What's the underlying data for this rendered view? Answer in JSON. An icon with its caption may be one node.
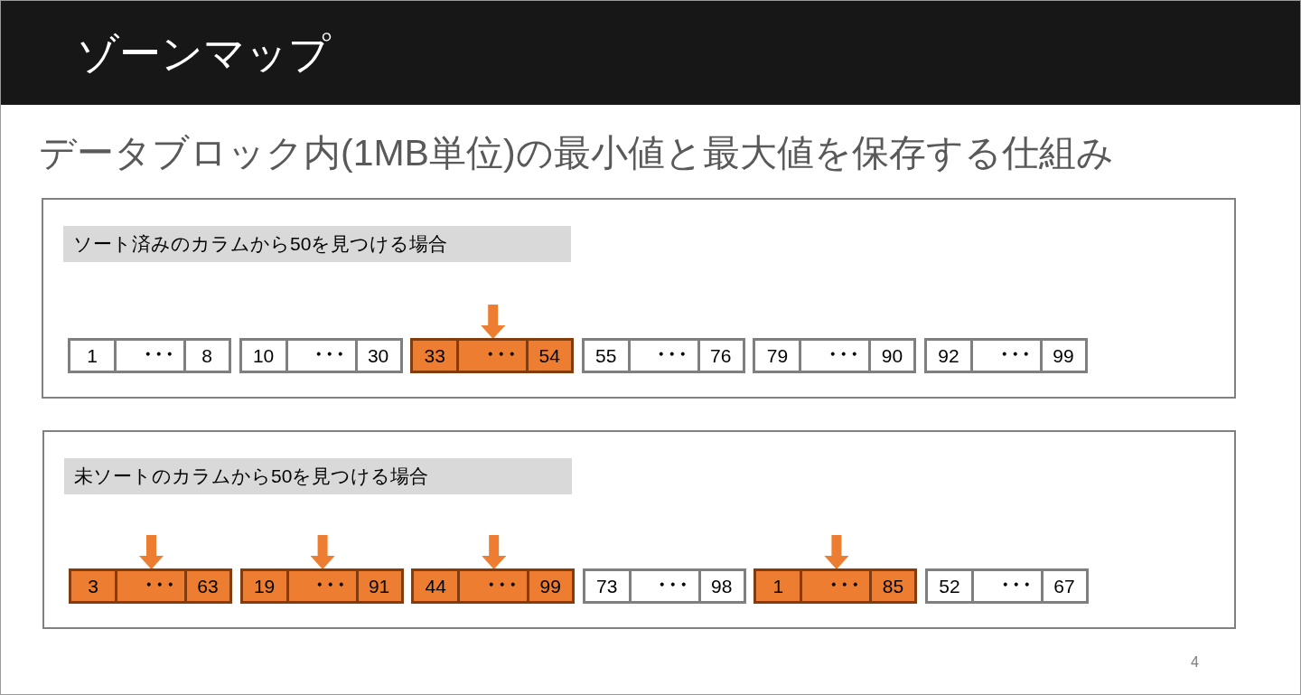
{
  "diagram": {
    "title": "ゾーンマップ",
    "nodes": [
      {
        "text": [
          "ソート済みのカラムから50を見つける場合"
        ]
      },
      {
        "text": [
          "1",
          "・・・",
          "8"
        ],
        "in": 0
      },
      {
        "text": [
          "10",
          "・・・",
          "30"
        ],
        "in": 0
      },
      {
        "text": [
          "33",
          "・・・",
          "54"
        ],
        "in": 0
      },
      {
        "text": [
          "55",
          "・・・",
          "76"
        ],
        "in": 0
      },
      {
        "text": [
          "79",
          "・・・",
          "90"
        ],
        "in": 0
      },
      {
        "text": [
          "92",
          "・・・",
          "99"
        ],
        "in": 0
      },
      {
        "text": [
          "未ソートのカラムから50を見つける場合"
        ]
      },
      {
        "text": [
          "3",
          "・・・",
          "63"
        ],
        "in": 7
      },
      {
        "text": [
          "19",
          "・・・",
          "91"
        ],
        "in": 7
      },
      {
        "text": [
          "44",
          "・・・",
          "99"
        ],
        "in": 7
      },
      {
        "text": [
          "73",
          "・・・",
          "98"
        ],
        "in": 7
      },
      {
        "text": [
          "1",
          "・・・",
          "85"
        ],
        "in": 7
      },
      {
        "text": [
          "52",
          "・・・",
          "67"
        ],
        "in": 7
      }
    ],
    "edges": [
      {
        "from": null,
        "to": 3,
        "arrow": "to"
      },
      {
        "from": null,
        "to": 8,
        "arrow": "to"
      },
      {
        "from": null,
        "to": 9,
        "arrow": "to"
      },
      {
        "from": null,
        "to": 10,
        "arrow": "to"
      },
      {
        "from": null,
        "to": 12,
        "arrow": "to"
      }
    ],
    "labels": [
      "データブロック内(1MB単位)の最小値と最大値を保存する仕組み",
      "4"
    ]
  }
}
